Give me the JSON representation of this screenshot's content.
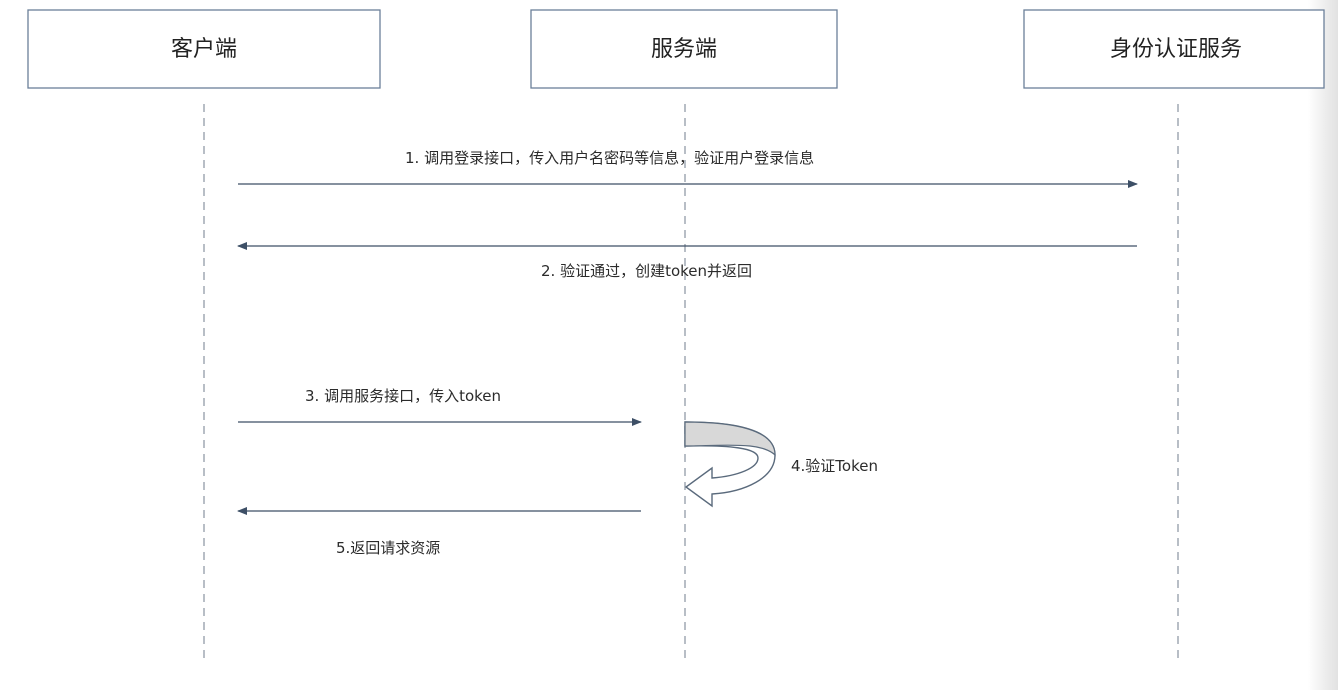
{
  "actors": [
    {
      "id": "client",
      "label": "客户端"
    },
    {
      "id": "server",
      "label": "服务端"
    },
    {
      "id": "auth",
      "label": "身份认证服务"
    }
  ],
  "messages": [
    {
      "id": "m1",
      "label": "1. 调用登录接口，传入用户名密码等信息，验证用户登录信息",
      "from": "client",
      "to": "auth"
    },
    {
      "id": "m2",
      "label": "2. 验证通过，创建token并返回",
      "from": "auth",
      "to": "client"
    },
    {
      "id": "m3",
      "label": "3. 调用服务接口，传入token",
      "from": "client",
      "to": "server"
    },
    {
      "id": "m4",
      "label": "4.验证Token",
      "from": "server",
      "to": "server"
    },
    {
      "id": "m5",
      "label": "5.返回请求资源",
      "from": "server",
      "to": "client"
    }
  ],
  "colors": {
    "box_border": "#6b7f99",
    "lifeline": "#9aa3ad",
    "arrow": "#3d4f66",
    "self_arrow_fill": "#d8d8d8",
    "self_arrow_stroke": "#5a6a7c"
  }
}
